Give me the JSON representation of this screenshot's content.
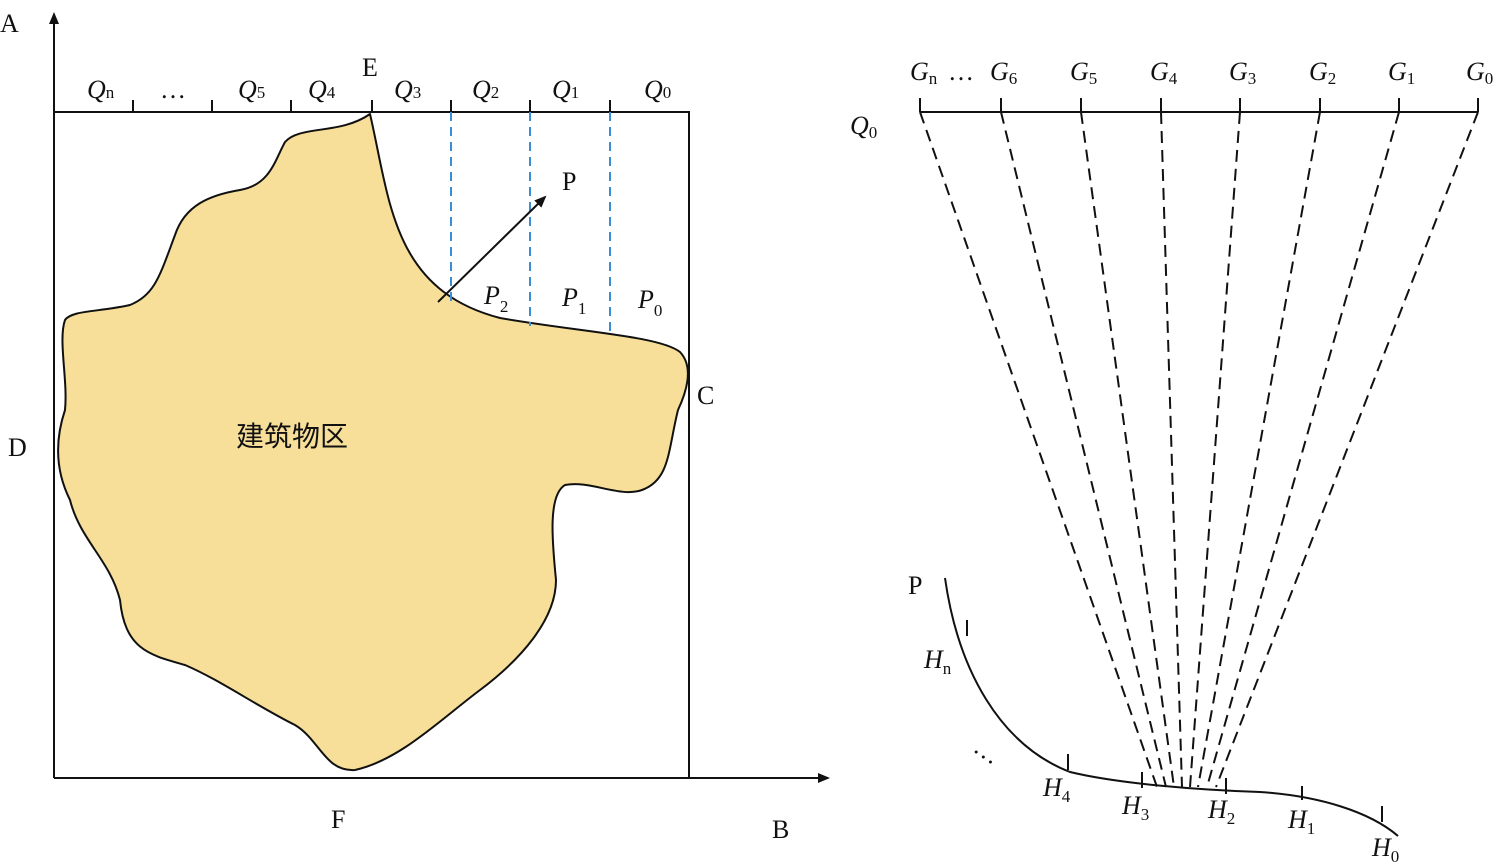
{
  "left_panel": {
    "axis_labels": {
      "a": "A",
      "b": "B"
    },
    "vertex_labels": {
      "e": "E",
      "c": "C",
      "d": "D",
      "f": "F"
    },
    "direction_label": "P",
    "region_label": "建筑物区",
    "colors": {
      "region_fill": "#f7df99",
      "division_lines": "#3a8dd6"
    },
    "top_segments": [
      {
        "base": "Q",
        "sub": "n"
      },
      {
        "text": "…"
      },
      {
        "base": "Q",
        "sub": "5"
      },
      {
        "base": "Q",
        "sub": "4"
      },
      {
        "base": "Q",
        "sub": "3"
      },
      {
        "base": "Q",
        "sub": "2"
      },
      {
        "base": "Q",
        "sub": "1"
      },
      {
        "base": "Q",
        "sub": "0"
      }
    ],
    "p_segments": [
      {
        "base": "P",
        "sub": "2"
      },
      {
        "base": "P",
        "sub": "1"
      },
      {
        "base": "P",
        "sub": "0"
      }
    ]
  },
  "right_panel": {
    "line_label": {
      "base": "Q",
      "sub": "0"
    },
    "curve_label": "P",
    "g_points": [
      {
        "base": "G",
        "sub": "n"
      },
      {
        "text": "…"
      },
      {
        "base": "G",
        "sub": "6"
      },
      {
        "base": "G",
        "sub": "5"
      },
      {
        "base": "G",
        "sub": "4"
      },
      {
        "base": "G",
        "sub": "3"
      },
      {
        "base": "G",
        "sub": "2"
      },
      {
        "base": "G",
        "sub": "1"
      },
      {
        "base": "G",
        "sub": "0"
      }
    ],
    "h_points": [
      {
        "base": "H",
        "sub": "n"
      },
      {
        "text": "…"
      },
      {
        "base": "H",
        "sub": "4"
      },
      {
        "base": "H",
        "sub": "3"
      },
      {
        "base": "H",
        "sub": "2"
      },
      {
        "base": "H",
        "sub": "1"
      },
      {
        "base": "H",
        "sub": "0"
      }
    ]
  }
}
